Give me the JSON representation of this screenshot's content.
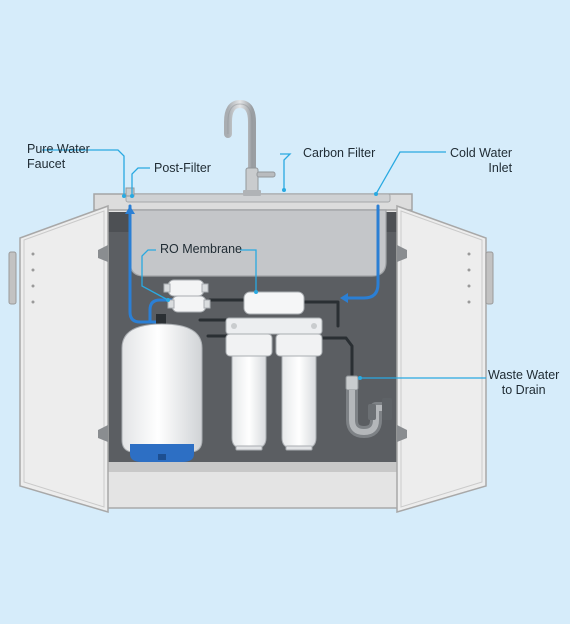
{
  "labels": {
    "pure_water_faucet": [
      "Pure Water",
      "Faucet"
    ],
    "post_filter": "Post-Filter",
    "carbon_filter": "Carbon Filter",
    "cold_water_inlet": [
      "Cold Water",
      "Inlet"
    ],
    "ro_membrane": "RO Membrane",
    "waste_water": [
      "Waste Water",
      "to Drain"
    ]
  },
  "colors": {
    "background": "#d6ecfa",
    "callout_line": "#29a9e1",
    "water_line": "#2b7fd4",
    "drain_line": "#2a2f33",
    "cabinet": "#e6e6e6",
    "tank_base": "#2d6fc4"
  }
}
